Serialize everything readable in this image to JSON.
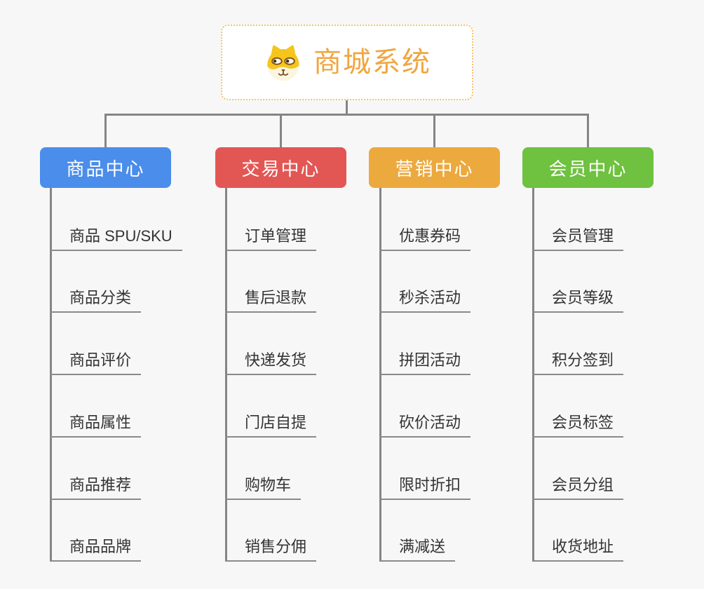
{
  "root": {
    "title": "商城系统",
    "icon": "shiba-dog-icon",
    "border_color": "#f4c36c",
    "title_color": "#f0a640"
  },
  "branches": [
    {
      "label": "商品中心",
      "color": "#4a8deb",
      "items": [
        "商品 SPU/SKU",
        "商品分类",
        "商品评价",
        "商品属性",
        "商品推荐",
        "商品品牌"
      ]
    },
    {
      "label": "交易中心",
      "color": "#e25754",
      "items": [
        "订单管理",
        "售后退款",
        "快递发货",
        "门店自提",
        "购物车",
        "销售分佣"
      ]
    },
    {
      "label": "营销中心",
      "color": "#eba93e",
      "items": [
        "优惠券码",
        "秒杀活动",
        "拼团活动",
        "砍价活动",
        "限时折扣",
        "满减送"
      ]
    },
    {
      "label": "会员中心",
      "color": "#6fc140",
      "items": [
        "会员管理",
        "会员等级",
        "积分签到",
        "会员标签",
        "会员分组",
        "收货地址"
      ]
    }
  ],
  "colors": {
    "background": "#f7f7f7",
    "connector": "#858585",
    "leaf_underline": "#8a8a8a",
    "leaf_text": "#333333",
    "branch_text": "#ffffff"
  }
}
